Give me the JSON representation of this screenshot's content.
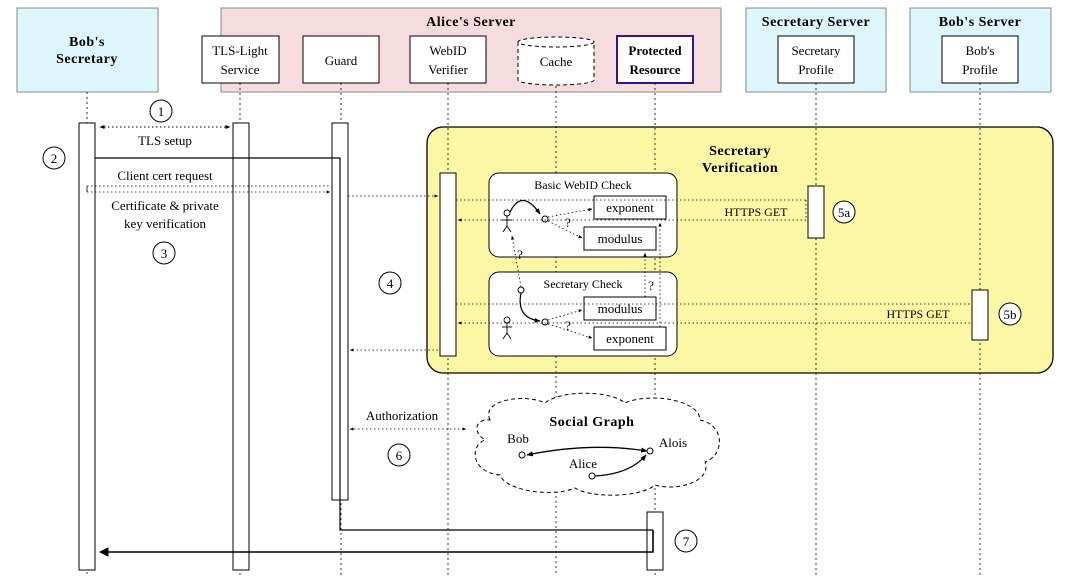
{
  "participants": {
    "bobs_secretary": [
      "Bob's",
      "Secretary"
    ],
    "tls_light": [
      "TLS-Light",
      "Service"
    ],
    "guard": "Guard",
    "webid_verifier": [
      "WebID",
      "Verifier"
    ],
    "cache": "Cache",
    "protected_resource": [
      "Protected",
      "Resource"
    ],
    "secretary_profile": [
      "Secretary",
      "Profile"
    ],
    "bobs_profile": [
      "Bob's",
      "Profile"
    ]
  },
  "groups": {
    "alices_server": "Alice's Server",
    "secretary_server": "Secretary Server",
    "bobs_server": "Bob's Server",
    "secretary_verification": [
      "Secretary",
      "Verification"
    ]
  },
  "messages": {
    "tls_setup": "TLS setup",
    "client_cert_request": "Client cert request",
    "cert_verification": [
      "Certificate & private",
      "key verification"
    ],
    "https_get_a": "HTTPS GET",
    "https_get_b": "HTTPS GET",
    "authorization": "Authorization"
  },
  "checks": {
    "basic_webid": {
      "title": "Basic WebID Check",
      "exponent": "exponent",
      "modulus": "modulus",
      "question": "?"
    },
    "secretary": {
      "title": "Secretary Check",
      "modulus": "modulus",
      "exponent": "exponent",
      "question": "?"
    }
  },
  "social_graph": {
    "title": "Social Graph",
    "bob": "Bob",
    "alois": "Alois",
    "alice": "Alice"
  },
  "steps": [
    "1",
    "2",
    "3",
    "4",
    "5a",
    "5b",
    "6",
    "7"
  ],
  "colors": {
    "client_bg": "#dcf6fc",
    "alice_bg": "#f6dcdc",
    "verification_bg": "#fbf7a4",
    "protected_border": "#2a1a8c"
  }
}
